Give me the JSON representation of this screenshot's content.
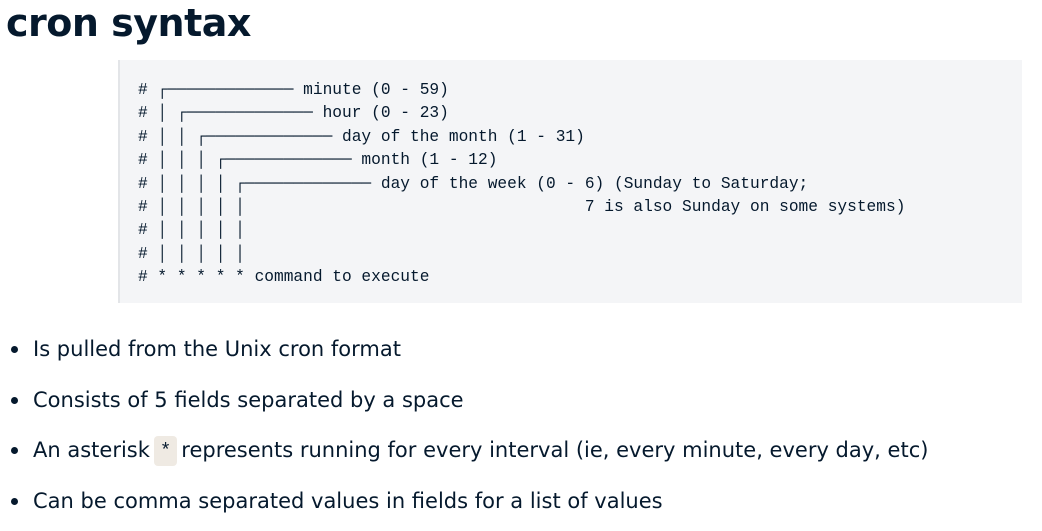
{
  "page": {
    "title": "cron syntax"
  },
  "code_block": {
    "text": "# ┌───────────── minute (0 - 59)\n# │ ┌───────────── hour (0 - 23)\n# │ │ ┌───────────── day of the month (1 - 31)\n# │ │ │ ┌───────────── month (1 - 12)\n# │ │ │ │ ┌───────────── day of the week (0 - 6) (Sunday to Saturday;\n# │ │ │ │ │                                   7 is also Sunday on some systems)\n# │ │ │ │ │\n# │ │ │ │ │\n# * * * * * command to execute"
  },
  "bullets": [
    {
      "text": "Is pulled from the Unix cron format"
    },
    {
      "text": "Consists of 5 fields separated by a space"
    },
    {
      "text_before": "An asterisk",
      "code": "*",
      "text_after": "represents running for every interval (ie, every minute, every day, etc)"
    },
    {
      "text": "Can be comma separated values in fields for a list of values"
    }
  ]
}
